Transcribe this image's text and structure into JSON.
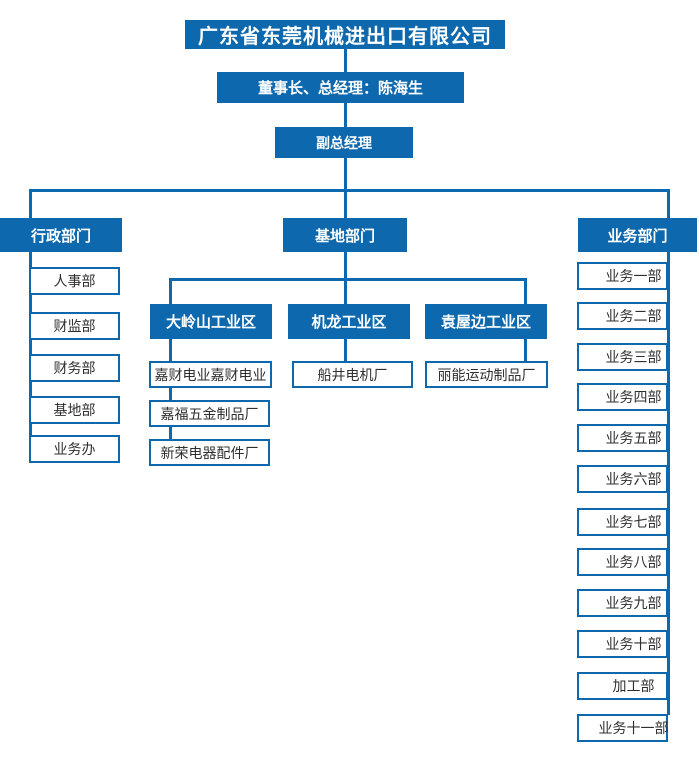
{
  "colors": {
    "primary_blue": "#0d68ae",
    "node_text": "#2f2f2f",
    "background": "#ffffff"
  },
  "nodes": {
    "company": "广东省东莞机械进出口有限公司",
    "chairman": "董事长、总经理：陈海生",
    "deputy_gm": "副总经理"
  },
  "branches": {
    "admin": {
      "label": "行政部门",
      "children": [
        "人事部",
        "财监部",
        "财务部",
        "基地部",
        "业务办"
      ]
    },
    "base": {
      "label": "基地部门",
      "zones": [
        {
          "label": "大岭山工业区",
          "children": [
            "嘉财电业嘉财电业",
            "嘉福五金制品厂",
            "新荣电器配件厂"
          ]
        },
        {
          "label": "机龙工业区",
          "children": [
            "船井电机厂"
          ]
        },
        {
          "label": "袁屋边工业区",
          "children": [
            "丽能运动制品厂"
          ]
        }
      ]
    },
    "business": {
      "label": "业务部门",
      "children": [
        "业务一部",
        "业务二部",
        "业务三部",
        "业务四部",
        "业务五部",
        "业务六部",
        "业务七部",
        "业务八部",
        "业务九部",
        "业务十部",
        "加工部",
        "业务十一部"
      ]
    }
  }
}
